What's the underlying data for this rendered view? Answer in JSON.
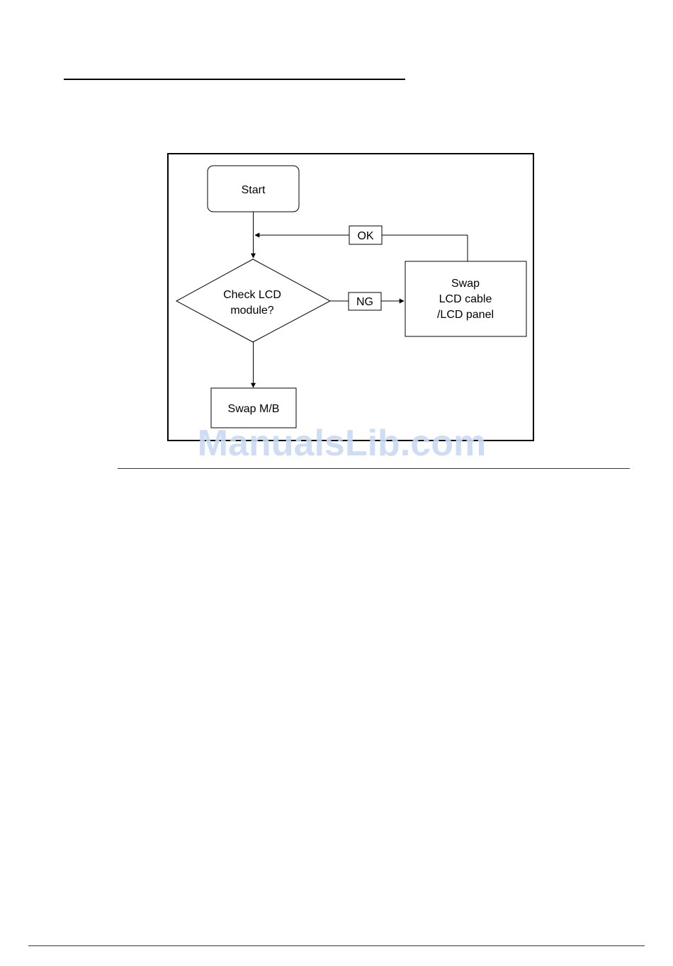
{
  "flowchart": {
    "nodes": {
      "start": "Start",
      "check": [
        "Check LCD",
        "module?"
      ],
      "swap_lcd": [
        "Swap",
        "LCD cable",
        "/LCD panel"
      ],
      "swap_mb": "Swap M/B"
    },
    "edge_labels": {
      "ok": "OK",
      "ng": "NG"
    }
  },
  "watermark": "ManualsLib.com",
  "colors": {
    "line": "#000000",
    "watermark": "#c9daf2"
  }
}
